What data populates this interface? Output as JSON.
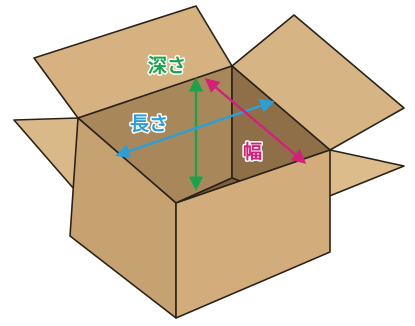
{
  "labels": {
    "depth": "深さ",
    "length": "長さ",
    "width": "幅"
  },
  "colors": {
    "depth": "#1aa34a",
    "length": "#2a9fd8",
    "width": "#d4207a",
    "outline": "#2a2118",
    "cardboard_light": "#d8b785",
    "cardboard_mid": "#c9a676",
    "cardboard_dark": "#b38d5e",
    "interior_back": "#a8875b",
    "interior_side": "#8f6f48"
  }
}
